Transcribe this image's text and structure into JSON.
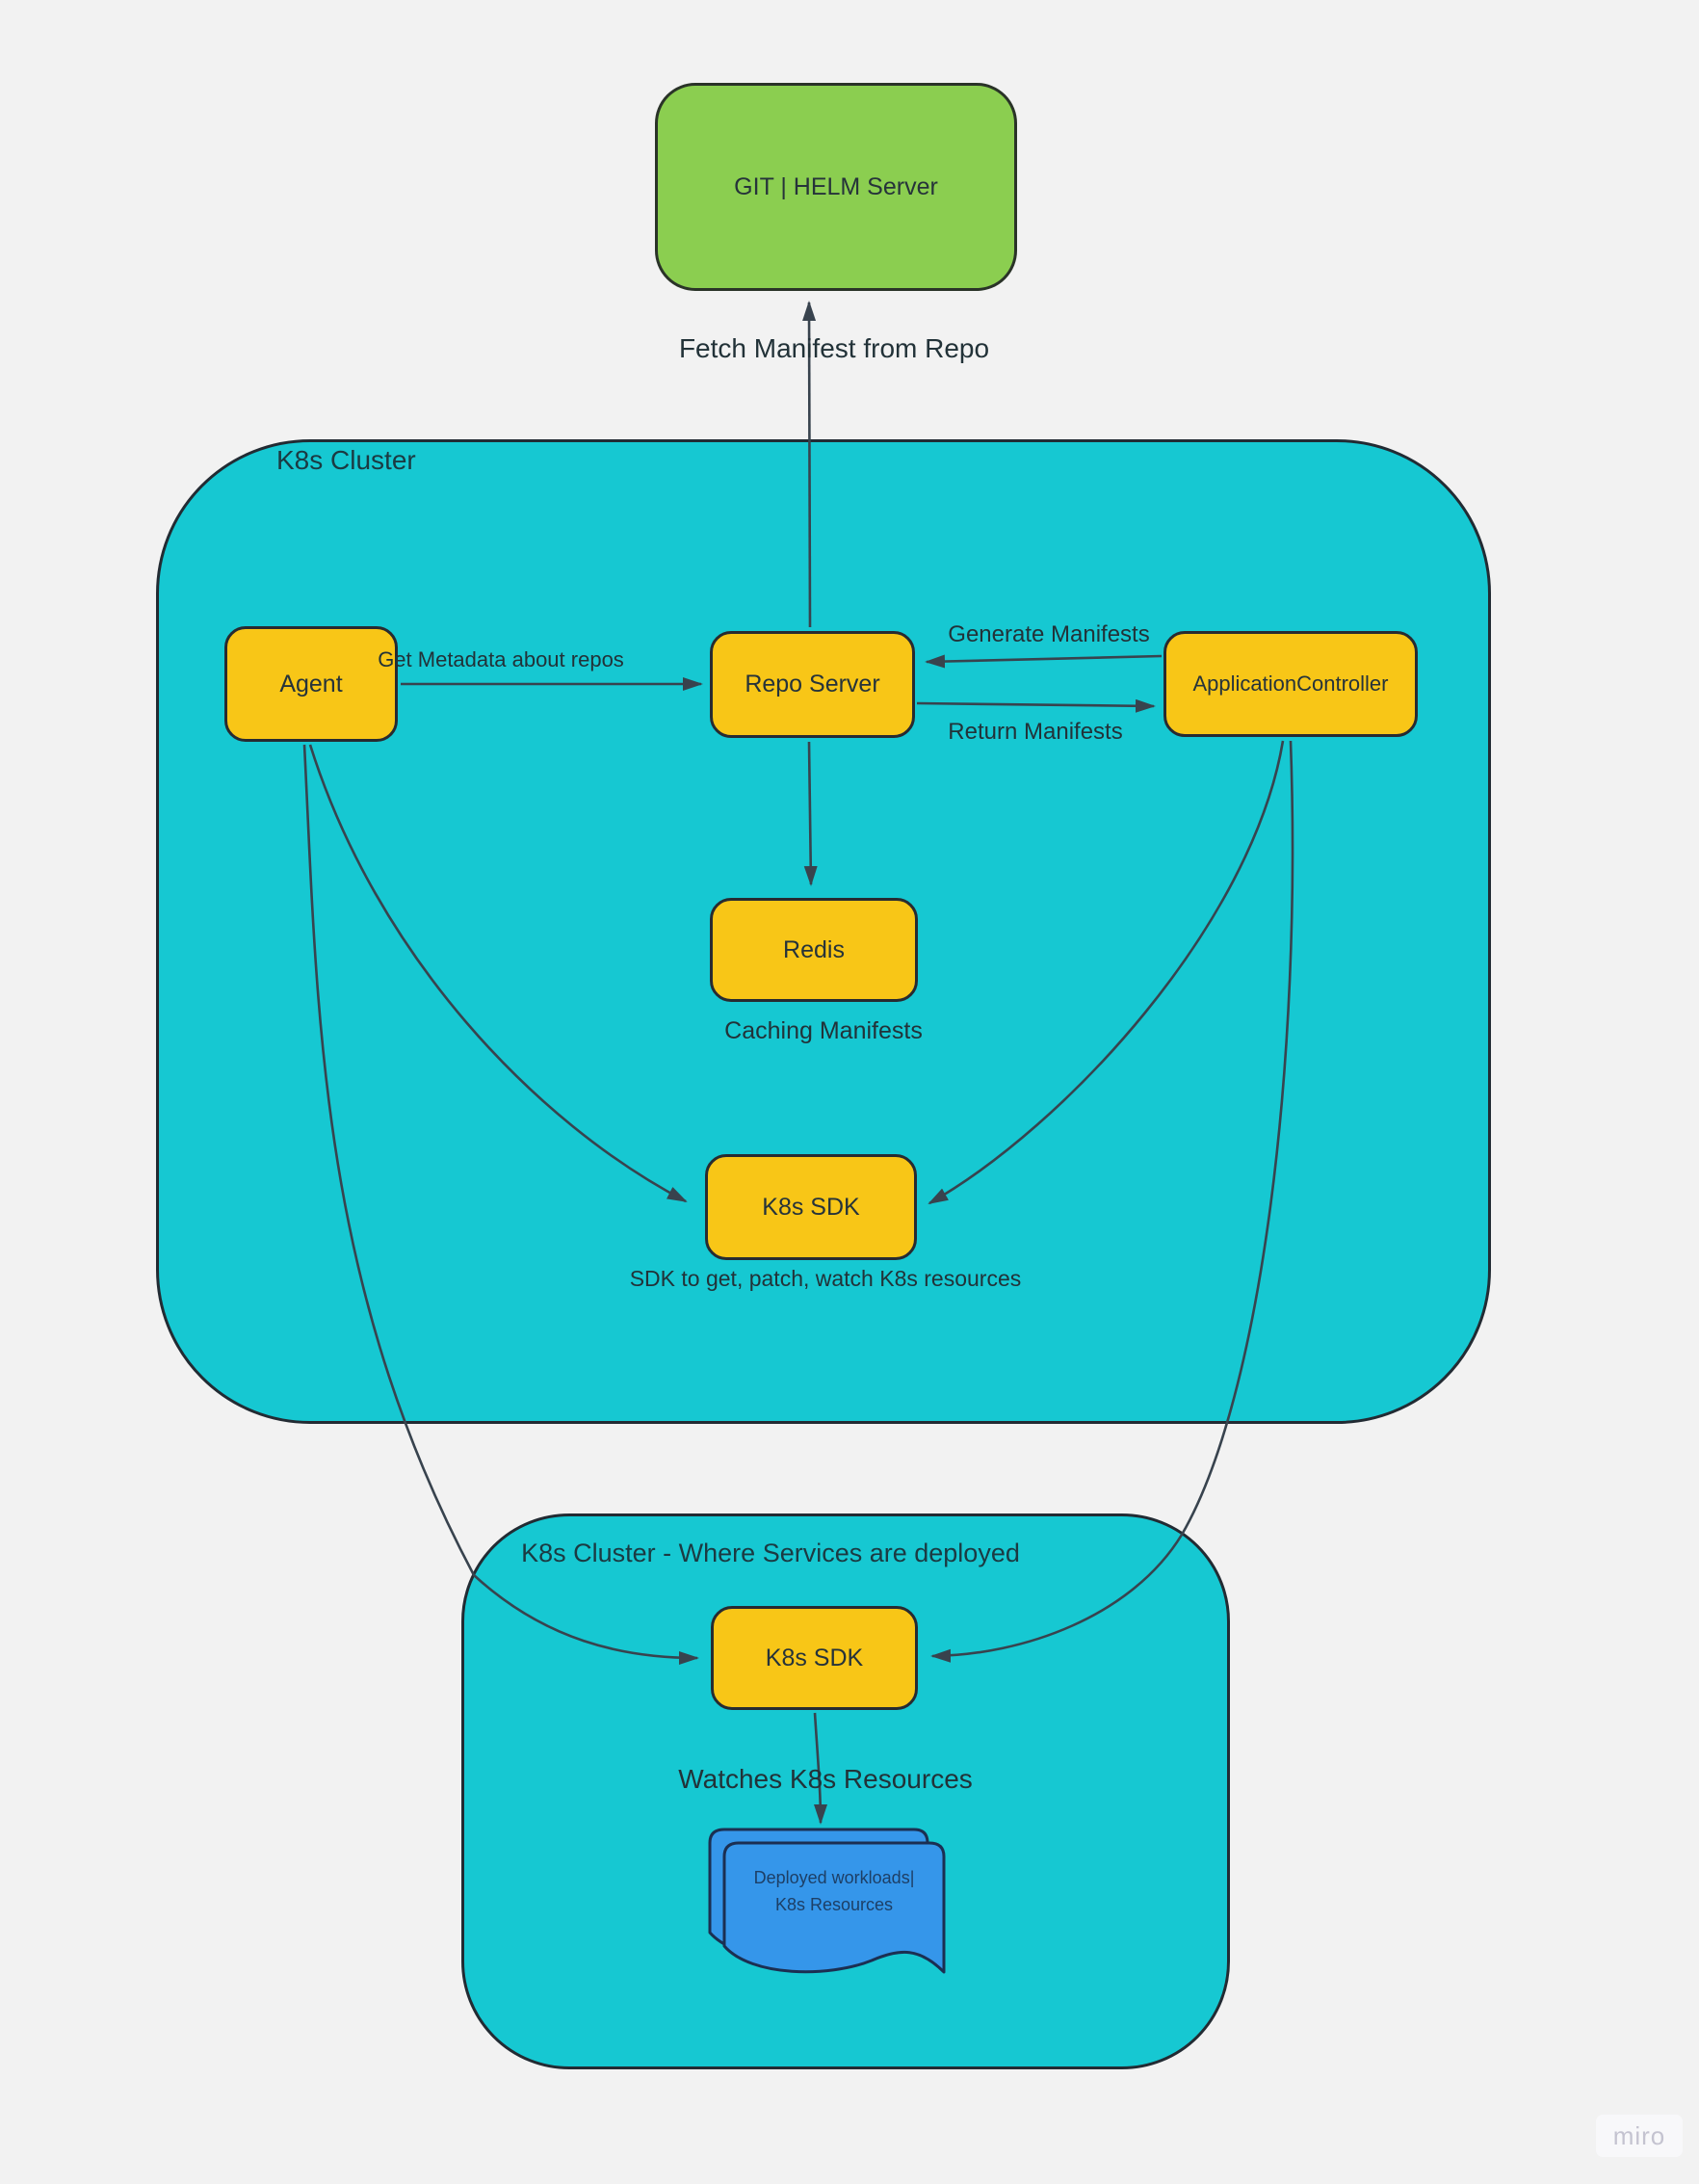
{
  "clusters": {
    "main": {
      "label": "K8s Cluster"
    },
    "deploy": {
      "label": "K8s Cluster - Where Services are deployed"
    }
  },
  "nodes": {
    "git": {
      "label": "GIT | HELM Server"
    },
    "agent": {
      "label": "Agent"
    },
    "repo": {
      "label": "Repo Server"
    },
    "appctrl": {
      "label": "ApplicationController"
    },
    "redis": {
      "label": "Redis"
    },
    "sdk1": {
      "label": "K8s SDK"
    },
    "sdk2": {
      "label": "K8s SDK"
    },
    "workloads": {
      "line1": "Deployed workloads|",
      "line2": "K8s Resources"
    }
  },
  "annotations": {
    "fetch": "Fetch Manifest from Repo",
    "get_metadata": "Get Metadata about repos",
    "generate": "Generate Manifests",
    "return": "Return Manifests",
    "caching": "Caching Manifests",
    "sdk_desc": "SDK to get, patch, watch K8s resources",
    "watches": "Watches K8s Resources"
  },
  "watermark": {
    "label": "miro"
  },
  "colors": {
    "background": "#f2f2f2",
    "cluster_fill": "#16c8d2",
    "node_fill": "#f8c617",
    "git_fill": "#8bce50",
    "doc_fill": "#3596ea",
    "stroke": "#38434e",
    "text": "#223238",
    "watermark_text": "#c4c3d0"
  }
}
